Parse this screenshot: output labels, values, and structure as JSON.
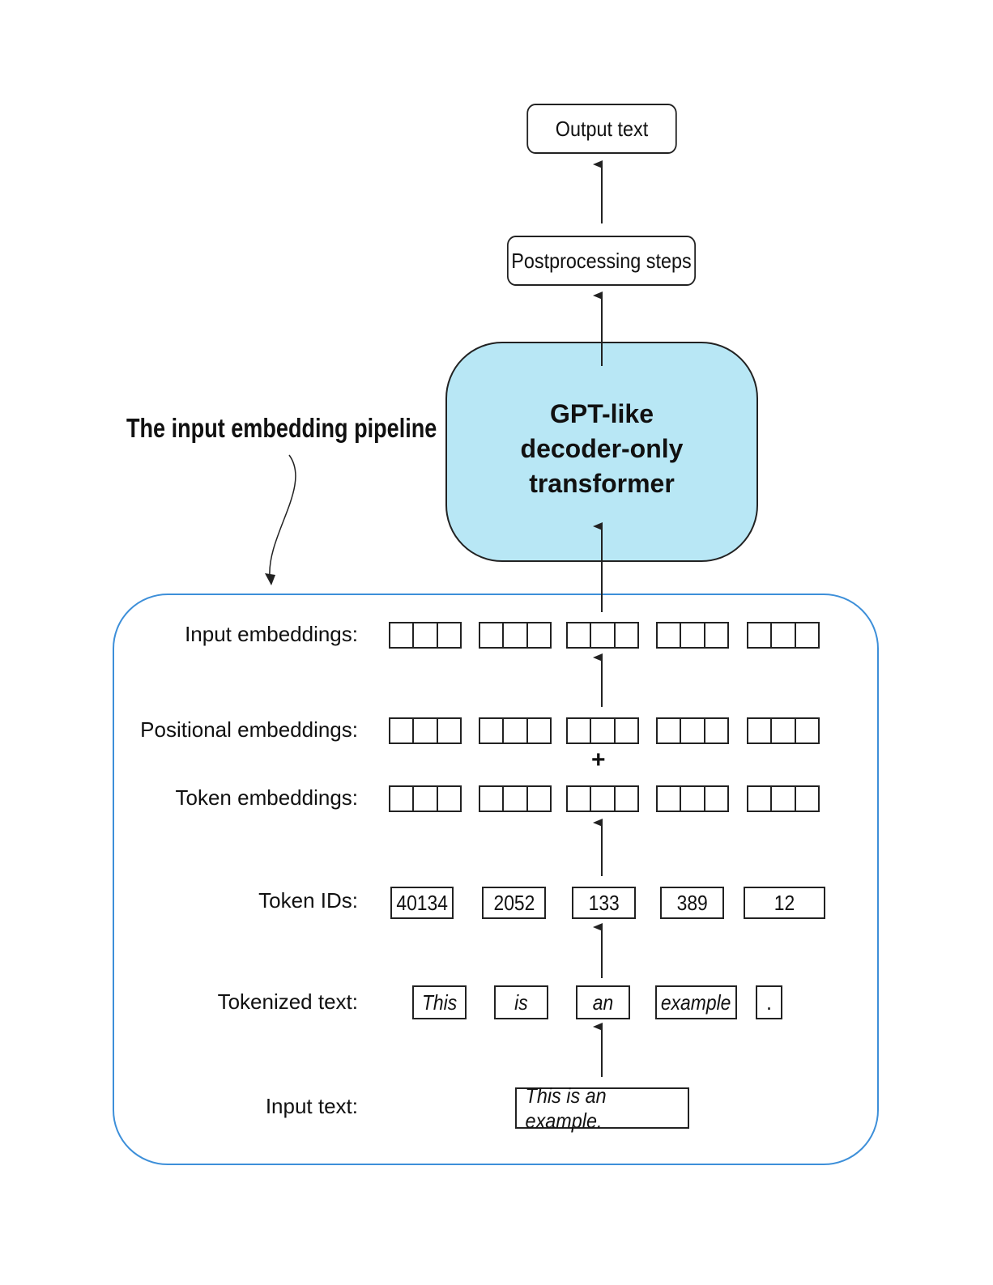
{
  "annotation": {
    "title": "The input embedding pipeline"
  },
  "output_box": {
    "label": "Output text"
  },
  "postprocess_box": {
    "label": "Postprocessing steps"
  },
  "transformer": {
    "line1": "GPT-like",
    "line2": "decoder-only",
    "line3": "transformer"
  },
  "pipeline": {
    "labels": {
      "input_embeddings": "Input embeddings:",
      "positional_embeddings": "Positional embeddings:",
      "token_embeddings": "Token embeddings:",
      "token_ids": "Token IDs:",
      "tokenized_text": "Tokenized text:",
      "input_text": "Input text:"
    },
    "plus": "+",
    "token_ids": [
      "40134",
      "2052",
      "133",
      "389",
      "12"
    ],
    "tokens": [
      "This",
      "is",
      "an",
      "example",
      "."
    ],
    "input_text": "This is an example."
  },
  "colors": {
    "transformer_fill": "#b8e7f5",
    "pipeline_border": "#3d8fd9",
    "stroke": "#222222"
  }
}
